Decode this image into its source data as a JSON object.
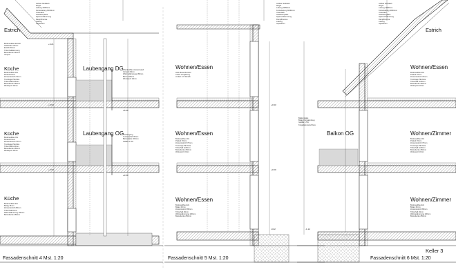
{
  "section_titles": [
    "Fassadenschnitt 4  Mst. 1:20",
    "Fassadenschnitt 5  Mst. 1:20",
    "Fassadenschnitt 6  Mst. 1:20"
  ],
  "rooms": {
    "s4_estrich": "Estrich",
    "s4_kueche_1": "Küche",
    "s4_kueche_2": "Küche",
    "s4_kueche_3": "Küche",
    "s4_laubengang_1": "Laubengang DG",
    "s4_laubengang_2": "Laubengang OG",
    "s5_wohnen_1": "Wohnen/Essen",
    "s5_wohnen_2": "Wohnen/Essen",
    "s5_wohnen_3": "Wohnen/Essen",
    "s6_estrich": "Estrich",
    "s6_wohnen_essen": "Wohnen/Essen",
    "s6_balkon": "Balkon OG",
    "s6_wohnen_zimmer_1": "Wohnen/Zimmer",
    "s6_wohnen_zimmer_2": "Wohnen/Zimmer",
    "s6_keller": "Keller 3"
  },
  "elevations": {
    "a": "+9.21",
    "b": "+6.93",
    "c": "+6.60",
    "d": "+3.93",
    "e": "+3.60",
    "f": "+0.93",
    "g": "+0.60",
    "h": "-0.02",
    "i": "-1.12"
  },
  "layer_notes": {
    "dach": "Aufbau Steildach\nZiegel\nLattung 40/60mm\nKonterlattung 60/60mm\nUnterdach\nHolzfaserplatte\nSparren/Dämmung\nDampfbremse\nLattung\nGipskarton",
    "boden_estrich": "Bodenaufbau Estrich\nHolzboden 20mm\nEstrich 60mm\nTrittschalldämmung\nBetondecke 240mm\nVerputz",
    "boden_dg": "Bodenaufbau DG\nParkett 15mm\nZementestrich 70mm\nTrennlage PE-Folie\nTrittschall 2x20mm\nBetondecke 260mm\nWeissputz 10mm",
    "boden_og": "Bodenaufbau OG\nParkett 15mm\nZementestrich 70mm\nTrennlage PE-Folie\nTrittschall 2x20mm\nBetondecke 260mm\nWeissputz 10mm",
    "boden_eg": "Bodenaufbau EG\nBelag 15mm\nZementestrich 80mm\nTrittschall 40mm\nWärmedämmung 100mm\nBetondecke 250mm",
    "wand": "Wandaufbau Aussenwand\nVerputz 20mm\nWärmedämmung 180mm\nBeton 200mm\nWeissputz 10mm",
    "laubengang": "Laubengang\nGussasphalt 30mm\nBetonplatte 200mm\nGefälle 1.5%",
    "fenster": "Holz-Metall-Fenster\n3-fach Verglasung\nU-Wert 0.7 W/m2K",
    "balkon": "Balkonplatte\nBelag Feinsteinzeug\nGefälle 1.5%\nKragplattenanschluss"
  }
}
